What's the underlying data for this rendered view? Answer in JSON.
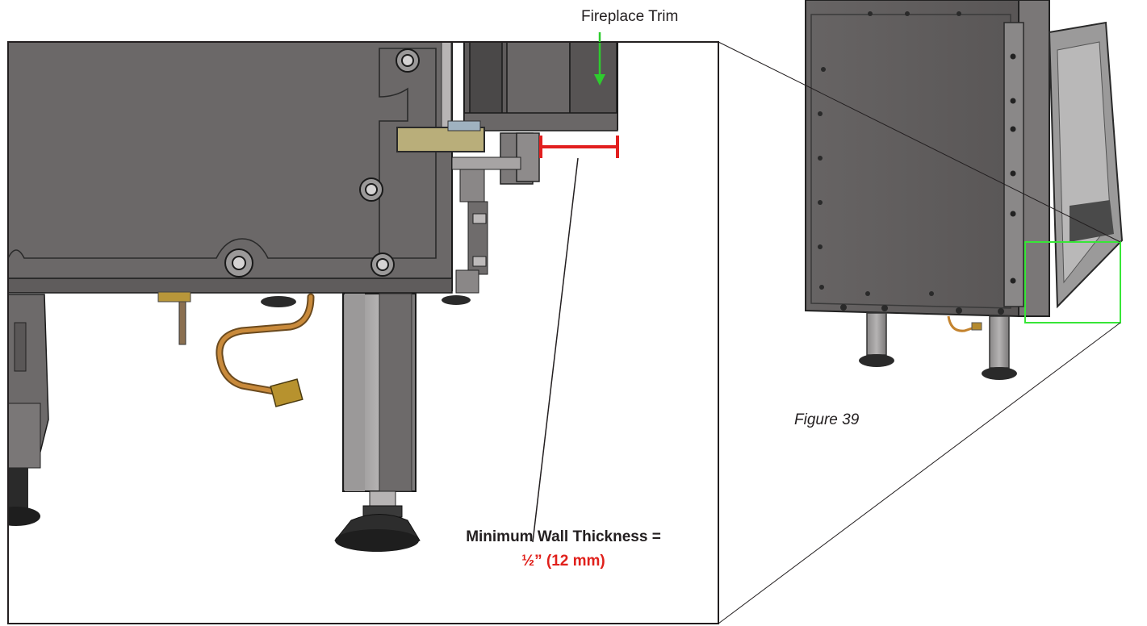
{
  "labels": {
    "trim": "Fireplace Trim",
    "figure": "Figure 39",
    "thickness_caption": "Minimum Wall Thickness =",
    "thickness_value": "½” (12 mm)"
  },
  "colors": {
    "measure": "#e21f1f",
    "arrow": "#2ecc2e",
    "highlight": "#37e637",
    "panel": "#6b6868"
  }
}
